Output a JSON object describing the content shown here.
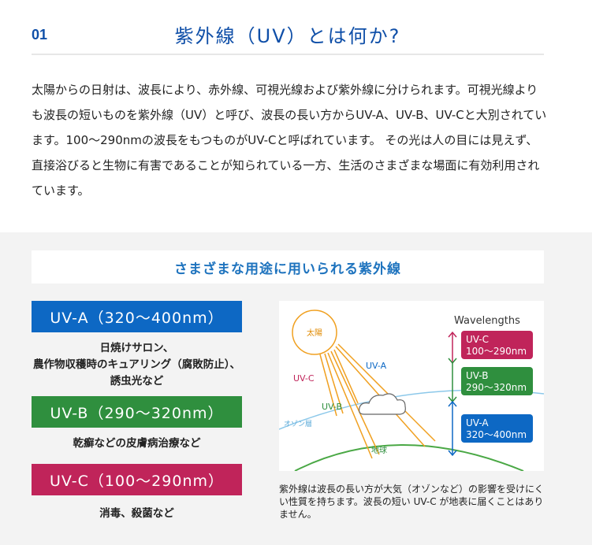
{
  "header": {
    "section_number": "01",
    "title": "紫外線（UV）とは何か?"
  },
  "intro": "太陽からの日射は、波長により、赤外線、可視光線および紫外線に分けられます。可視光線よりも波長の短いものを紫外線（UV）と呼び、波長の長い方からUV-A、UV-B、UV-Cと大別されています。100〜290nmの波長をもつものがUV-Cと呼ばれています。 その光は人の目には見えず、直接浴びると生物に有害であることが知られている一方、生活のさまざまな場面に有効利用されています。",
  "panel": {
    "title": "さまざまな用途に用いられる紫外線",
    "bands": [
      {
        "label": "UV-A（320〜400nm）",
        "uses": "日焼けサロン、\n農作物収穫時のキュアリング（腐敗防止）、\n誘虫光など",
        "color": "#0d68c4"
      },
      {
        "label": "UV-B（290〜320nm）",
        "uses": "乾癬などの皮膚病治療など",
        "color": "#2f8f3e"
      },
      {
        "label": "UV-C（100〜290nm）",
        "uses": "消毒、殺菌など",
        "color": "#c0245a"
      }
    ],
    "diagram": {
      "sun_label": "太陽",
      "ray_labels": {
        "uvc": "UV-C",
        "uva": "UV-A",
        "uvb": "UV-B"
      },
      "ozone_label": "オゾン層",
      "earth_label": "地球",
      "legend_title": "Wavelengths",
      "legend": [
        {
          "name": "UV-C",
          "range": "100〜290nm",
          "color": "#c0245a"
        },
        {
          "name": "UV-B",
          "range": "290〜320nm",
          "color": "#2f8f3e"
        },
        {
          "name": "UV-A",
          "range": "320〜400nm",
          "color": "#0d68c4"
        }
      ],
      "colors": {
        "sun": "#f0a020",
        "ray": "#f0a020",
        "ozone": "#8cc8ea",
        "earth": "#4aa845",
        "arrow_c": "#c0245a",
        "arrow_b": "#2f8f3e",
        "arrow_a": "#0d68c4"
      }
    },
    "caption": "紫外線は波長の長い方が大気（オゾンなど）の影響を受けにくい性質を持ちます。波長の短い UV-C が地表に届くことはありません。"
  }
}
